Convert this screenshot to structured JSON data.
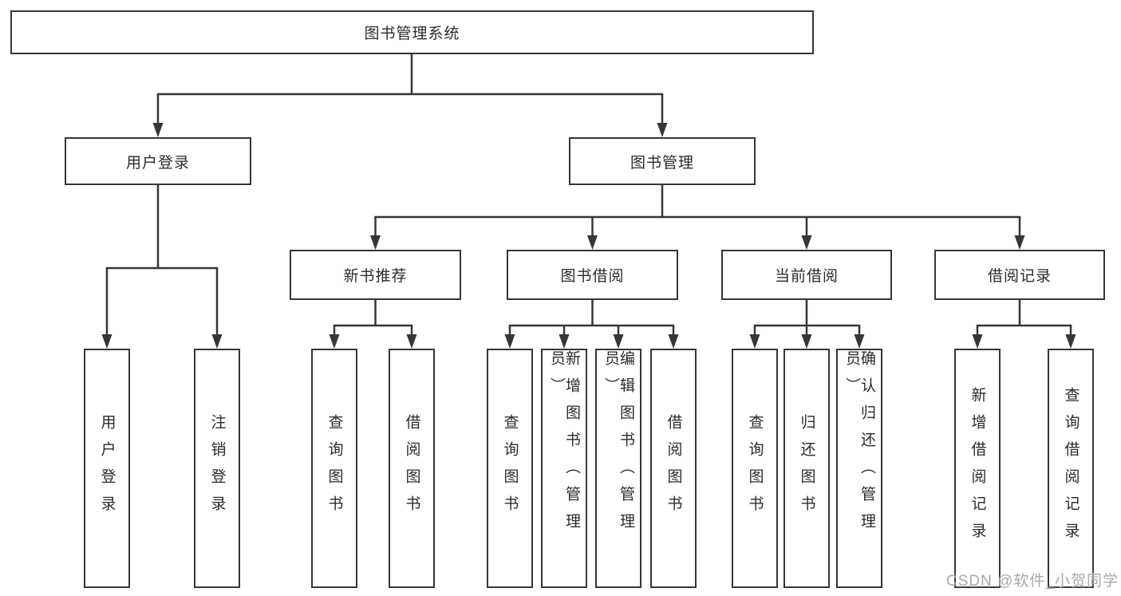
{
  "nodes": {
    "root": "图书管理系统",
    "login_group": "用户登录",
    "book_mgmt": "图书管理",
    "login": "用户登录",
    "logout": "注销登录",
    "new_rec": "新书推荐",
    "borrow": "图书借阅",
    "current": "当前借阅",
    "records": "借阅记录",
    "nr_query": "查询图书",
    "nr_borrow": "借阅图书",
    "bw_query": "查询图书",
    "bw_add": "新增图书（管理员）",
    "bw_edit": "编辑图书（管理员）",
    "bw_borrow": "借阅图书",
    "cu_query": "查询图书",
    "cu_return": "归还图书",
    "cu_confirm": "确认归还（管理员）",
    "rc_add": "新增借阅记录",
    "rc_query": "查询借阅记录"
  },
  "hierarchy": {
    "图书管理系统": {
      "用户登录": [
        "用户登录",
        "注销登录"
      ],
      "图书管理": {
        "新书推荐": [
          "查询图书",
          "借阅图书"
        ],
        "图书借阅": [
          "查询图书",
          "新增图书（管理员）",
          "编辑图书（管理员）",
          "借阅图书"
        ],
        "当前借阅": [
          "查询图书",
          "归还图书",
          "确认归还（管理员）"
        ],
        "借阅记录": [
          "新增借阅记录",
          "查询借阅记录"
        ]
      }
    }
  },
  "watermark": "CSDN @软件_小贺同学",
  "colors": {
    "line": "#363636",
    "text": "#2b2b2b",
    "watermark": "#a8a8a8",
    "background": "#ffffff"
  }
}
